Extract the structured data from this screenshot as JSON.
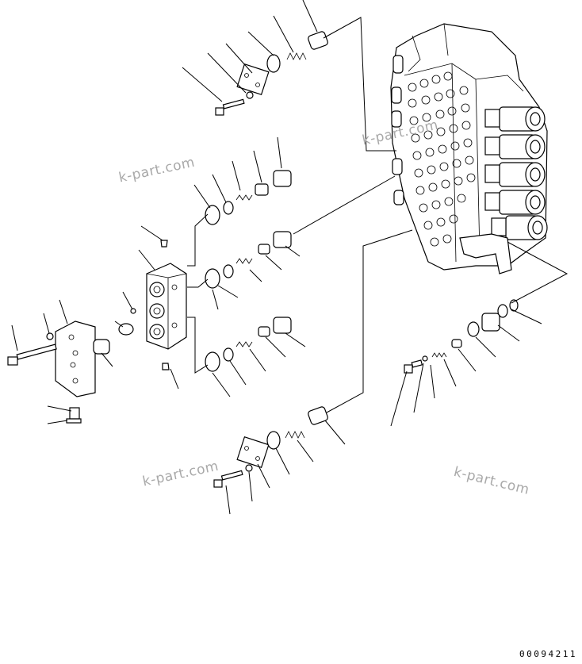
{
  "watermarks": [
    "k-part.com",
    "k-part.com",
    "k-part.com",
    "k-part.com"
  ],
  "drawing_code": "00094211",
  "colors": {
    "line": "#000000",
    "watermark": "#a9a9a9",
    "background": "#ffffff"
  }
}
